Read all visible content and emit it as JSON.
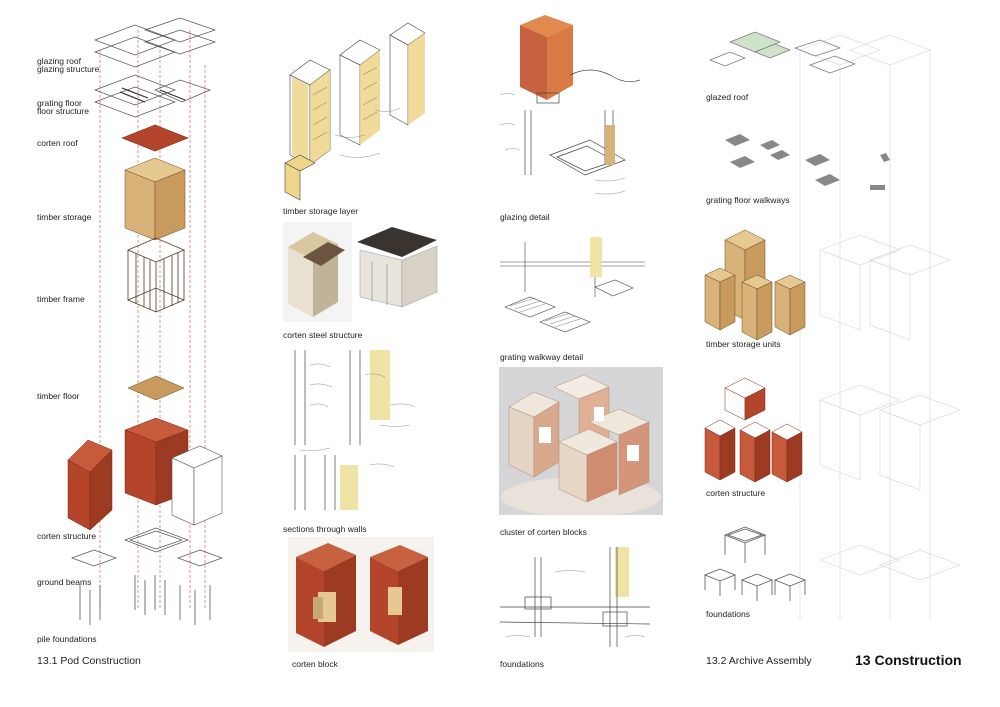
{
  "pod": {
    "labels": [
      "glazing roof",
      "glazing structure",
      "grating floor",
      "floor structure",
      "corten roof",
      "timber storage",
      "timber frame",
      "timber floor",
      "corten structure",
      "ground beams",
      "pile foundations"
    ],
    "section_title": "13.1 Pod Construction"
  },
  "captions": {
    "timber_storage_layer": "timber storage layer",
    "corten_steel_structure": "corten steel structure",
    "sections_through_walls": "sections through walls",
    "corten_block": "corten block",
    "glazing_detail": "glazing detail",
    "grating_walkway_detail": "grating walkway detail",
    "cluster_of_corten_blocks": "cluster of corten blocks",
    "foundations_sketch": "foundations"
  },
  "archive": {
    "labels": [
      "glazed roof",
      "grating floor walkways",
      "timber storage units",
      "corten structure",
      "foundations"
    ],
    "section_title": "13.2 Archive Assembly"
  },
  "page_title": "13 Construction",
  "colors": {
    "corten": "#b5452a",
    "timber": "#d9b27a",
    "guide": "#e06060",
    "line": "#555555",
    "glass": "#cfe3c8"
  }
}
